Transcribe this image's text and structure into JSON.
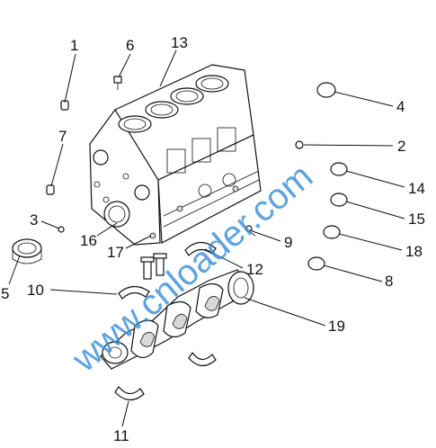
{
  "watermark": "www.cnloader.com",
  "callouts": [
    {
      "id": "1",
      "label": "1"
    },
    {
      "id": "2",
      "label": "2"
    },
    {
      "id": "3",
      "label": "3"
    },
    {
      "id": "4",
      "label": "4"
    },
    {
      "id": "5",
      "label": "5"
    },
    {
      "id": "6",
      "label": "6"
    },
    {
      "id": "7",
      "label": "7"
    },
    {
      "id": "8",
      "label": "8"
    },
    {
      "id": "9",
      "label": "9"
    },
    {
      "id": "10",
      "label": "10"
    },
    {
      "id": "11",
      "label": "11"
    },
    {
      "id": "12",
      "label": "12"
    },
    {
      "id": "13",
      "label": "13"
    },
    {
      "id": "14",
      "label": "14"
    },
    {
      "id": "15",
      "label": "15"
    },
    {
      "id": "16",
      "label": "16"
    },
    {
      "id": "17",
      "label": "17"
    },
    {
      "id": "18",
      "label": "18"
    },
    {
      "id": "19",
      "label": "19"
    }
  ],
  "colors": {
    "line": "#111111",
    "watermark": "#3c8fd6",
    "background": "#ffffff"
  }
}
